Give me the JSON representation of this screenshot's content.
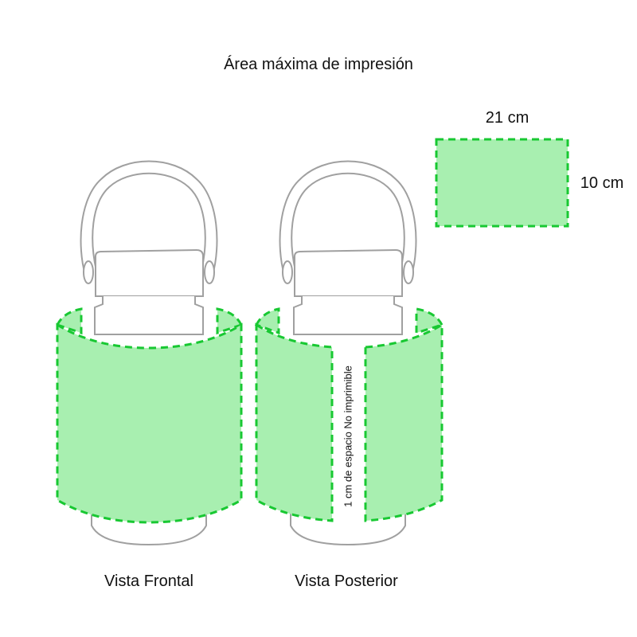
{
  "title": "Área máxima de impresión",
  "dimensions": {
    "width": "21 cm",
    "height": "10 cm"
  },
  "views": {
    "front": "Vista Frontal",
    "back": "Vista Posterior"
  },
  "gap_note": "1 cm de espacio No imprimible",
  "colors": {
    "fill": "#a8efb0",
    "dash": "#18c832",
    "outline": "#a0a0a0"
  }
}
